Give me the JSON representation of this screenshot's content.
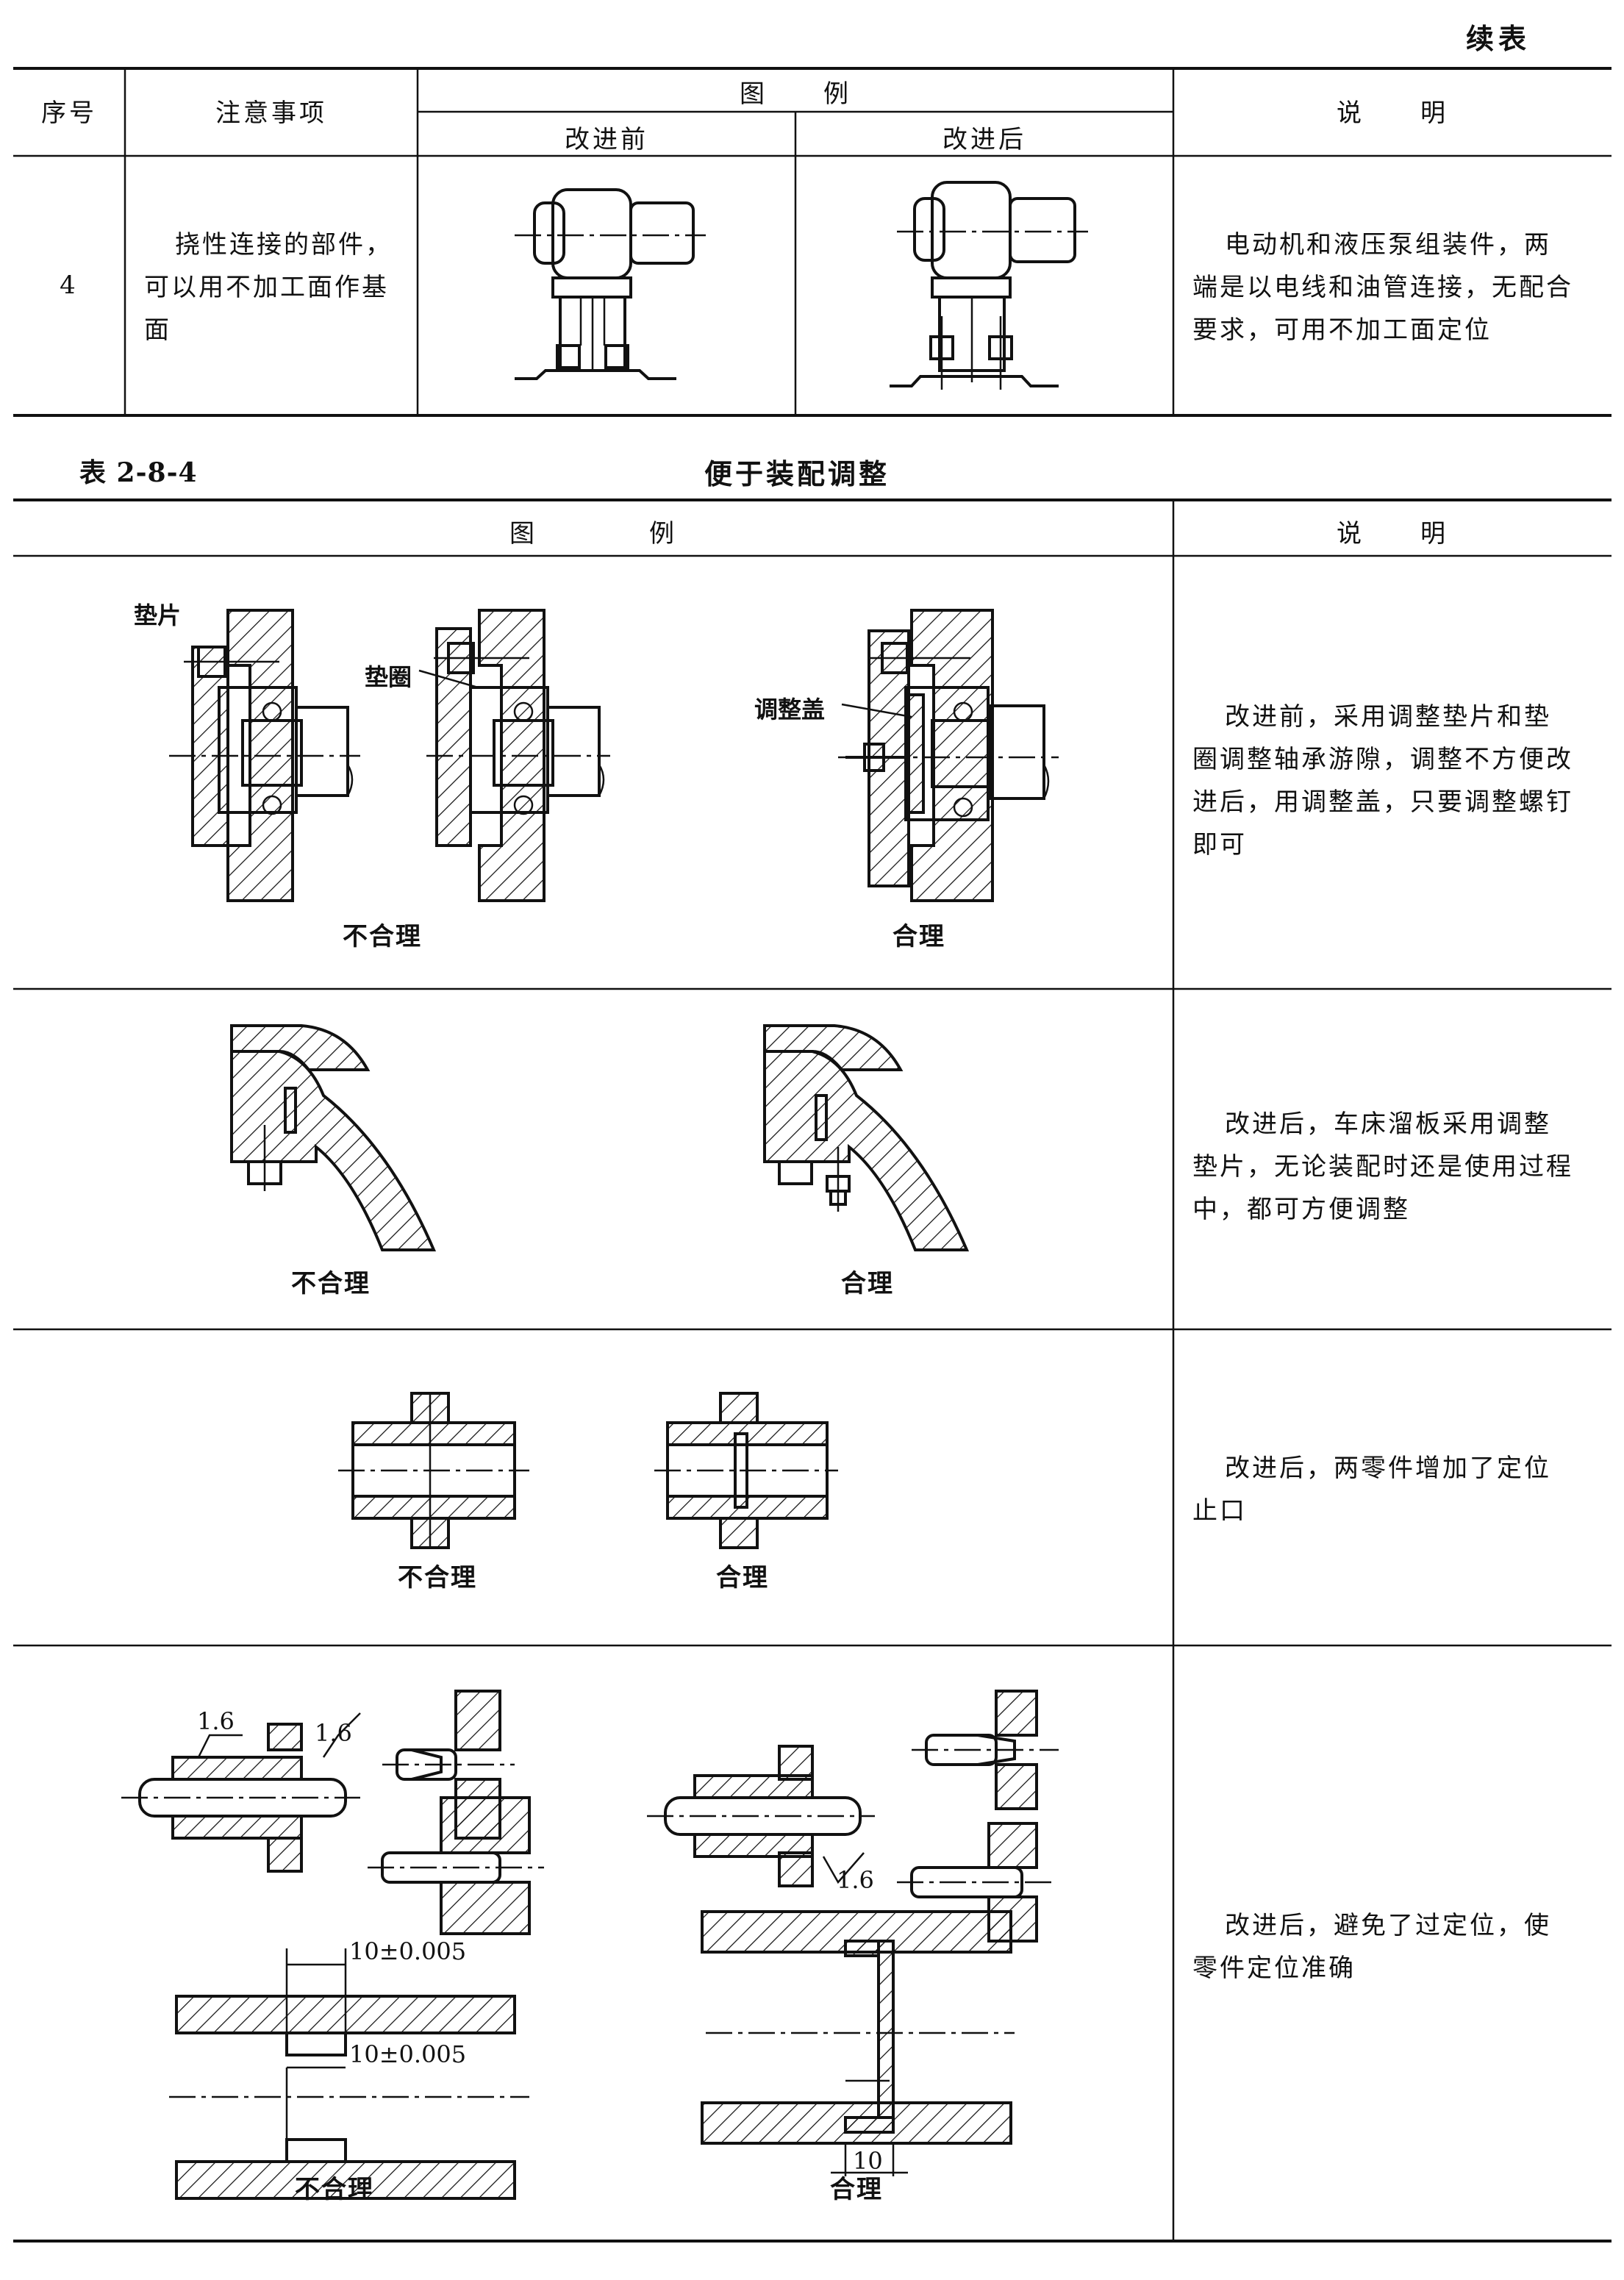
{
  "continued_label": "续表",
  "table1": {
    "headers": {
      "no": "序号",
      "note": "注意事项",
      "figure": "图　　例",
      "before": "改进前",
      "after": "改进后",
      "explain": "说　　明"
    },
    "row": {
      "no": "4",
      "note": "挠性连接的部件，可以用不加工面作基面",
      "explain": "电动机和液压泵组装件，两端是以电线和油管连接，无配合要求，可用不加工面定位"
    }
  },
  "table2": {
    "number": "表 2-8-4",
    "title": "便于装配调整",
    "headers": {
      "figure": "图　　　　例",
      "explain": "说　　明"
    },
    "rows": [
      {
        "labels": {
          "shim": "垫片",
          "washer": "垫圈",
          "cover": "调整盖"
        },
        "bad": "不合理",
        "good": "合理",
        "explain": "改进前，采用调整垫片和垫圈调整轴承游隙，调整不方便改进后，用调整盖，只要调整螺钉即可"
      },
      {
        "bad": "不合理",
        "good": "合理",
        "explain": "改进后，车床溜板采用调整垫片，无论装配时还是使用过程中，都可方便调整"
      },
      {
        "bad": "不合理",
        "good": "合理",
        "explain": "改进后，两零件增加了定位止口"
      },
      {
        "dims": {
          "rough1": "1.6",
          "rough2": "1.6",
          "rough3": "1.6",
          "tol1": "10±0.005",
          "tol2": "10±0.005",
          "len": "10"
        },
        "bad": "不合理",
        "good": "合理",
        "explain": "改进后，避免了过定位，使零件定位准确"
      }
    ]
  }
}
